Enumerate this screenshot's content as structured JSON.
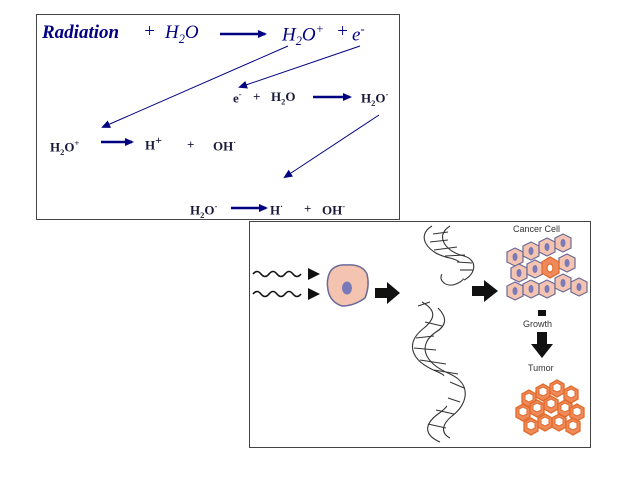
{
  "chem": {
    "eq1": {
      "radiation": "Radiation",
      "plus1": "+",
      "h2o_h": "H",
      "h2o_2": "2",
      "h2o_o": "O",
      "h2op_h": "H",
      "h2op_2": "2",
      "h2op_o": "O",
      "h2op_charge": "+",
      "plus2": "+",
      "e": "e",
      "e_charge": "-"
    },
    "eq2": {
      "e": "e",
      "e_charge": "-",
      "plus": "+",
      "h2o_h": "H",
      "h2o_2": "2",
      "h2o_o": "O",
      "prod_h": "H",
      "prod_2": "2",
      "prod_o": "O",
      "prod_charge": "-"
    },
    "eq3": {
      "h2op_h": "H",
      "h2op_2": "2",
      "h2op_o": "O",
      "h2op_charge": "+",
      "hplus_h": "H",
      "hplus_charge": "+",
      "plus": "+",
      "oh": "OH",
      "oh_dot": "·"
    },
    "eq4": {
      "h2om_h": "H",
      "h2om_2": "2",
      "h2om_o": "O",
      "h2om_charge": "-",
      "h_h": "H",
      "h_dot": "·",
      "plus": "+",
      "oh": "OH",
      "oh_charge": "-"
    }
  },
  "bio": {
    "cancer_cell_label": "Cancer Cell",
    "growth_label": "Growth",
    "tumor_label": "Tumor"
  },
  "colors": {
    "chem_text": "#000080",
    "cell_fill": "#f5c4b0",
    "cell_stroke": "#6a6a9a",
    "nucleus": "#7a7ab8",
    "tumor_fill": "#f08a5a",
    "tumor_stroke": "#e06a2a"
  }
}
